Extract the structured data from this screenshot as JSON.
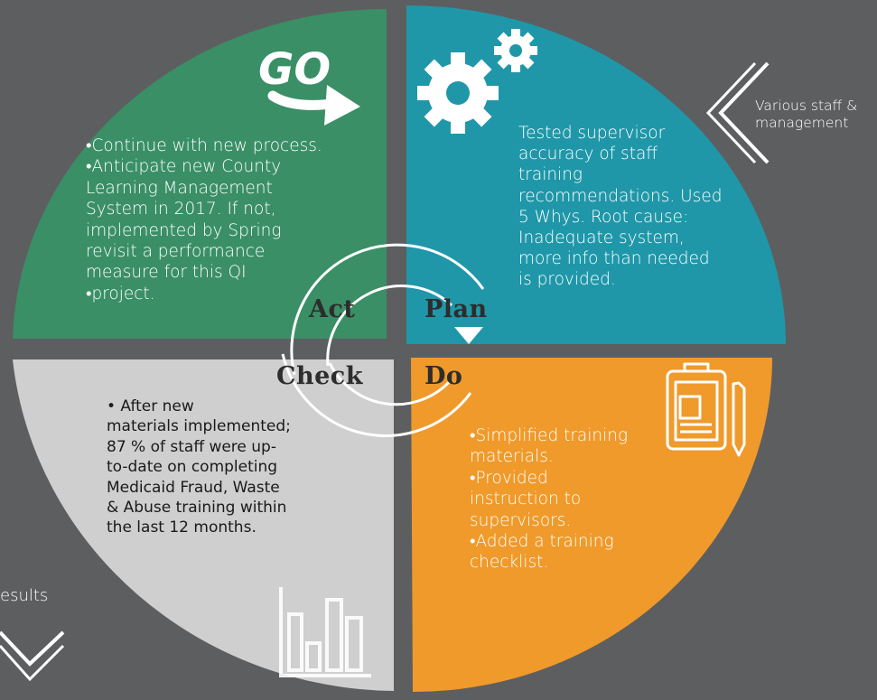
{
  "quadrants": {
    "act": {
      "label": "Act",
      "text": "•Continue with new process.\n•Anticipate new County\nLearning Management\nSystem in 2017.  If not,\nimplemented by Spring\nrevisit a performance\nmeasure for this QI\n•project.",
      "color": "#3a8f66",
      "icon": "go-arrow-icon",
      "icon_text": "GO"
    },
    "plan": {
      "label": "Plan",
      "text": "Tested supervisor\naccuracy of staff\ntraining\nrecommendations. Used\n5 Whys.  Root cause:\nInadequate system,\nmore info than needed\nis provided.",
      "color": "#1f97a9",
      "icon": "gears-icon"
    },
    "check": {
      "label": "Check",
      "text": "• After new\nmaterials implemented;\n87 % of staff were up-\nto-date on completing\nMedicaid Fraud, Waste\n& Abuse training within\nthe last 12 months.",
      "color": "#cfcfcf",
      "icon": "bar-chart-icon"
    },
    "do": {
      "label": "Do",
      "text": "•Simplified training\nmaterials.\n•Provided\ninstruction to\nsupervisors.\n•Added a training\nchecklist.",
      "color": "#ef9a2a",
      "icon": "clipboard-icon"
    }
  },
  "side_labels": {
    "top_right": "Various staff &\nmanagement",
    "bottom_left": "esults"
  },
  "colors": {
    "background": "#5d5e60",
    "cycle_ring": "#ffffff"
  }
}
